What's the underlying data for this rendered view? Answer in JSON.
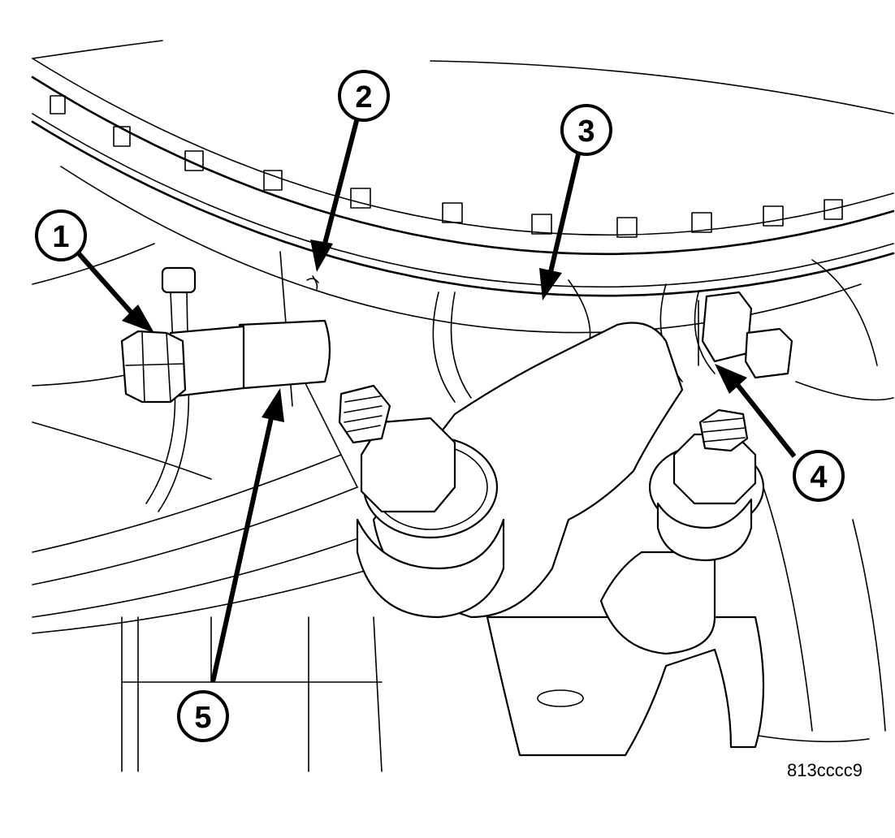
{
  "figure": {
    "id_label": "813cccc9"
  },
  "callouts": [
    {
      "number": "1"
    },
    {
      "number": "2"
    },
    {
      "number": "3"
    },
    {
      "number": "4"
    },
    {
      "number": "5"
    }
  ]
}
